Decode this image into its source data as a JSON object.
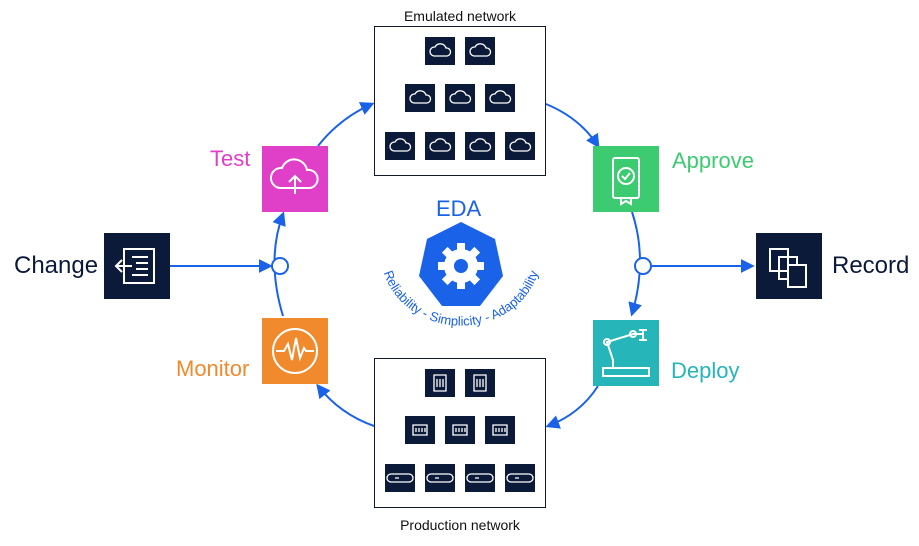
{
  "labels": {
    "emulated_network": "Emulated network",
    "production_network": "Production network",
    "center_title": "EDA",
    "center_subtitle": "Reliability - Simplicity - Adaptability"
  },
  "stages": [
    {
      "key": "change",
      "label": "Change",
      "color": "#0c1a3a",
      "icon": "file-import-icon"
    },
    {
      "key": "test",
      "label": "Test",
      "color": "#e040c8",
      "icon": "cloud-upload-icon"
    },
    {
      "key": "approve",
      "label": "Approve",
      "color": "#3ccb70",
      "icon": "certificate-icon"
    },
    {
      "key": "record",
      "label": "Record",
      "color": "#0c1a3a",
      "icon": "copy-documents-icon"
    },
    {
      "key": "deploy",
      "label": "Deploy",
      "color": "#26b5b8",
      "icon": "robot-arm-icon"
    },
    {
      "key": "monitor",
      "label": "Monitor",
      "color": "#f08a2c",
      "icon": "pulse-icon"
    }
  ],
  "colors": {
    "arrow": "#1a62e8",
    "dark_tile": "#0c1a3a",
    "center_logo": "#1a62e8"
  },
  "emulated_tiles": {
    "rows": [
      2,
      3,
      4
    ],
    "icon": "cloud-icon"
  },
  "production_tiles": {
    "rows": [
      2,
      3,
      4
    ],
    "icons": [
      "server-icon",
      "switch-icon",
      "line-card-icon"
    ]
  }
}
